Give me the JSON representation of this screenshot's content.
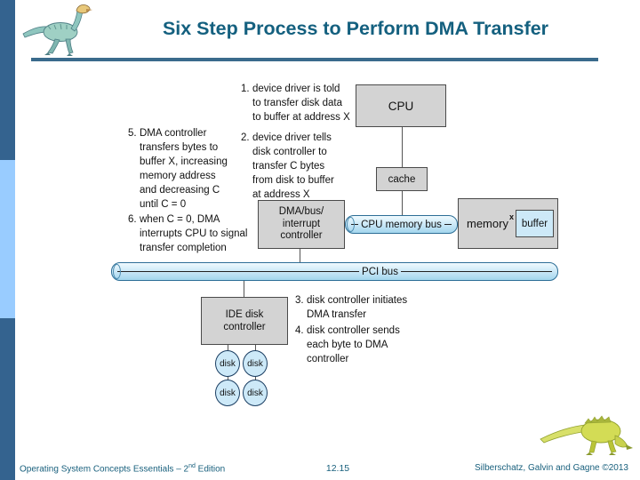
{
  "slide": {
    "title": "Six Step Process to Perform DMA Transfer",
    "footer": {
      "left_prefix": "Operating System Concepts Essentials – 2",
      "left_sup": "nd",
      "left_suffix": " Edition",
      "page": "12.15",
      "right": "Silberschatz, Galvin and Gagne ©2013"
    }
  },
  "icons": {
    "top_left": "dinosaur-logo",
    "bottom_right": "dinosaur-art"
  },
  "colors": {
    "title_text": "#14607F",
    "underline": "#3A6B8C",
    "sidebar_dark": "#34638F",
    "sidebar_light": "#99CCFF",
    "box_fill": "#D3D3D3",
    "box_border": "#4A4A4A",
    "bus_border": "#2D6E96",
    "bus_fill_top": "#F0FAFE",
    "bus_fill_bottom": "#A3D6EE",
    "disk_fill": "#CDE9F8",
    "disk_border": "#1C3F63",
    "footer_text": "#19607D"
  },
  "steps": [
    {
      "num": "1.",
      "lines": [
        "device driver is told",
        "to transfer disk data",
        "to buffer at address X"
      ]
    },
    {
      "num": "2.",
      "lines": [
        "device driver tells",
        "disk controller to",
        "transfer C bytes",
        "from disk to buffer",
        "at address X"
      ]
    },
    {
      "num": "3.",
      "lines": [
        "disk controller initiates",
        "DMA transfer"
      ]
    },
    {
      "num": "4.",
      "lines": [
        "disk controller sends",
        "each byte to DMA",
        "controller"
      ]
    },
    {
      "num": "5.",
      "lines": [
        "DMA controller",
        "transfers bytes to",
        "buffer X, increasing",
        "memory address",
        "and decreasing C",
        "until C = 0"
      ]
    },
    {
      "num": "6.",
      "lines": [
        "when C = 0, DMA",
        "interrupts CPU to signal",
        "transfer completion"
      ]
    }
  ],
  "diagram": {
    "cpu_label": "CPU",
    "cache_label": "cache",
    "dma_lines": [
      "DMA/bus/",
      "interrupt",
      "controller"
    ],
    "memory_label": "memory",
    "memory_sup": "x",
    "buffer_label": "buffer",
    "ide_lines": [
      "IDE disk",
      "controller"
    ],
    "disks": [
      "disk",
      "disk",
      "disk",
      "disk"
    ],
    "cpu_memory_bus_label": "CPU memory bus",
    "pci_bus_label": "PCI bus"
  }
}
